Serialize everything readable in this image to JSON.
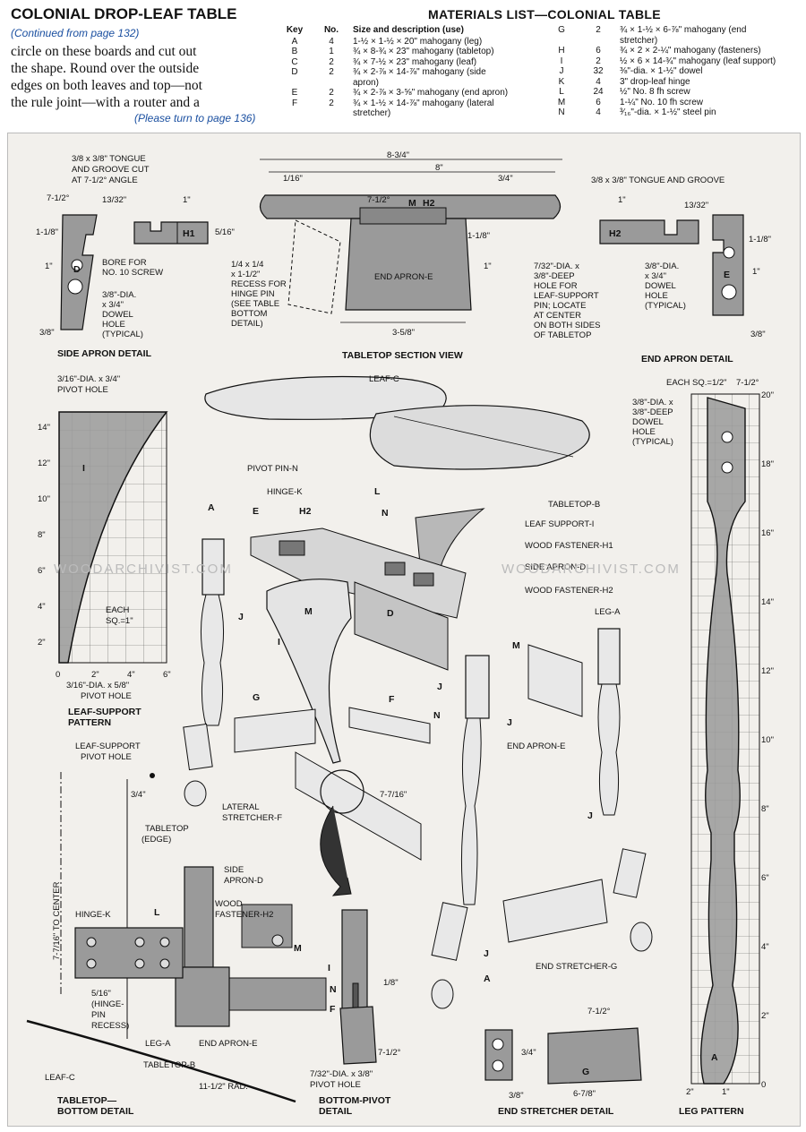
{
  "header": {
    "title": "COLONIAL DROP-LEAF TABLE",
    "continued": "(Continued from page 132)",
    "body_lines": [
      "circle on these boards and cut out",
      "the shape. Round over the outside",
      "edges on both leaves and top—not",
      "the rule joint—with a router and a"
    ],
    "turn": "(Please turn to page 136)"
  },
  "materials": {
    "title": "MATERIALS LIST—COLONIAL TABLE",
    "headers": [
      "Key",
      "No.",
      "Size and description (use)"
    ],
    "left": [
      [
        "A",
        "4",
        "1-½ × 1-½ × 20\" mahogany (leg)"
      ],
      [
        "B",
        "1",
        "¾ × 8-¾ × 23\" mahogany (tabletop)"
      ],
      [
        "C",
        "2",
        "¾ × 7-½ × 23\" mahogany (leaf)"
      ],
      [
        "D",
        "2",
        "¾ × 2-⅞ × 14-⅞\" mahogany (side"
      ],
      [
        "",
        "",
        "apron)"
      ],
      [
        "E",
        "2",
        "¾ × 2-⅞ × 3-⅝\" mahogany (end apron)"
      ],
      [
        "F",
        "2",
        "¾ × 1-½ × 14-⅞\" mahogany (lateral"
      ],
      [
        "",
        "",
        "stretcher)"
      ]
    ],
    "right": [
      [
        "G",
        "2",
        "¾ × 1-½ × 6-⅞\" mahogany (end"
      ],
      [
        "",
        "",
        "stretcher)"
      ],
      [
        "H",
        "6",
        "¾ × 2 × 2-¼\" mahogany (fasteners)"
      ],
      [
        "I",
        "2",
        "½ × 6 × 14-¾\" mahogany (leaf support)"
      ],
      [
        "J",
        "32",
        "⅜\"-dia. × 1-½\" dowel"
      ],
      [
        "K",
        "4",
        "3\" drop-leaf hinge"
      ],
      [
        "L",
        "24",
        "½\" No. 8 fh screw"
      ],
      [
        "M",
        "6",
        "1-¼\" No. 10 fh screw"
      ],
      [
        "N",
        "4",
        "³⁄₁₆\"-dia. × 1-½\" steel pin"
      ]
    ]
  },
  "diagram": {
    "side_apron": {
      "title": "SIDE APRON DETAIL",
      "cut": [
        "3/8 x 3/8\" TONGUE",
        "AND GROOVE CUT",
        "AT 7-1/2° ANGLE"
      ],
      "angle": "7-1/2°",
      "d1": "13/32\"",
      "d2": "1\"",
      "d3": "1-1/8\"",
      "d4": "1\"",
      "d5": "3/8\"",
      "part": "H1",
      "part_d": "D",
      "bore": [
        "BORE FOR",
        "NO. 10 SCREW"
      ],
      "dowel": [
        "3/8\"-DIA.",
        "x 3/4\"",
        "DOWEL",
        "HOLE",
        "(TYPICAL)"
      ]
    },
    "tabletop": {
      "title": "TABLETOP SECTION VIEW",
      "d_total": "8-3/4\"",
      "d_8": "8\"",
      "d_116": "1/16\"",
      "d_34": "3/4\"",
      "angle": "7-1/2°",
      "m": "M",
      "h2": "H2",
      "d_516": "5/16\"",
      "d_118": "1-1/8\"",
      "d_1": "1\"",
      "d_358": "3-5/8\"",
      "apron": "END APRON-E",
      "recess": [
        "1/4 x 1/4",
        "x 1-1/2\"",
        "RECESS FOR",
        "HINGE PIN",
        "(SEE TABLE",
        "BOTTOM",
        "DETAIL)"
      ],
      "hole": [
        "7/32\"-DIA. x",
        "3/8\"-DEEP",
        "HOLE FOR",
        "LEAF-SUPPORT",
        "PIN; LOCATE",
        "AT CENTER",
        "ON BOTH SIDES",
        "OF TABLETOP"
      ]
    },
    "end_apron": {
      "title": "END APRON DETAIL",
      "cut": "3/8 x 3/8\" TONGUE AND GROOVE",
      "d1": "1\"",
      "d2": "13/32\"",
      "d3": "1-1/8\"",
      "d4": "1\"",
      "d5": "3/8\"",
      "part": "H2",
      "part_e": "E",
      "dowel": [
        "3/8\"-DIA.",
        "x 3/4\"",
        "DOWEL",
        "HOLE",
        "(TYPICAL)"
      ]
    },
    "leaf_support": {
      "title": [
        "LEAF-SUPPORT",
        "PATTERN"
      ],
      "top_note": [
        "3/16\"-DIA. x 3/4\"",
        "PIVOT HOLE"
      ],
      "bottom_note": [
        "3/16\"-DIA. x 5/8\"",
        "PIVOT HOLE"
      ],
      "y_ticks": [
        "14\"",
        "12\"",
        "10\"",
        "8\"",
        "6\"",
        "4\"",
        "2\""
      ],
      "x_ticks": [
        "0",
        "2\"",
        "4\"",
        "6\""
      ],
      "part": "I",
      "each": [
        "EACH",
        "SQ.=1\""
      ]
    },
    "exploded": {
      "leaf": "LEAF-C",
      "tabletop": "TABLETOP-B",
      "pivot_pin": "PIVOT PIN-N",
      "hinge": "HINGE-K",
      "l": "L",
      "n": "N",
      "leaf_support": "LEAF SUPPORT-I",
      "h1": "WOOD FASTENER-H1",
      "side_apron": "SIDE APRON-D",
      "h2": "WOOD FASTENER-H2",
      "leg": "LEG-A",
      "a": "A",
      "e": "E",
      "h2s": "H2",
      "j": "J",
      "m": "M",
      "i": "I",
      "d": "D",
      "g": "G",
      "f": "F",
      "end_apron": "END APRON-E",
      "lat": [
        "LATERAL",
        "STRETCHER-F"
      ],
      "d_7716": "7-7/16\"",
      "end_str": "END STRETCHER-G"
    },
    "bottom": {
      "title": [
        "TABLETOP—",
        "BOTTOM DETAIL"
      ],
      "pivot": [
        "LEAF-SUPPORT",
        "PIVOT HOLE"
      ],
      "d_34": "3/4\"",
      "edge": [
        "TABLETOP",
        "(EDGE)"
      ],
      "center": "7-7/16\" TO CENTER",
      "side_apron": [
        "SIDE",
        "APRON-D"
      ],
      "fastener": [
        "WOOD",
        "FASTENER-H2"
      ],
      "m": "M",
      "hinge": "HINGE-K",
      "l": "L",
      "recess": [
        "5/16\"",
        "(HINGE-",
        "PIN",
        "RECESS)"
      ],
      "leg": "LEG-A",
      "end_apron": "END APRON-E",
      "leaf": "LEAF-C",
      "tabletop": "TABLETOP-B",
      "rad": "11-1/2\" RAD."
    },
    "pivot": {
      "title": [
        "BOTTOM-PIVOT",
        "DETAIL"
      ],
      "i": "I",
      "n": "N",
      "f": "F",
      "d_18": "1/8\"",
      "angle": "7-1/2°",
      "hole": [
        "7/32\"-DIA. x 3/8\"",
        "PIVOT HOLE"
      ]
    },
    "end_stretcher": {
      "title": "END STRETCHER DETAIL",
      "angle": "7-1/2°",
      "d_34": "3/4\"",
      "d_38": "3/8\"",
      "d_678": "6-7/8\"",
      "part": "G"
    },
    "leg": {
      "title": "LEG PATTERN",
      "each": "EACH SQ.=1/2\"",
      "angle": "7-1/2°",
      "dowel": [
        "3/8\"-DIA. x",
        "3/8\"-DEEP",
        "DOWEL",
        "HOLE",
        "(TYPICAL)"
      ],
      "y_ticks": [
        "20\"",
        "18\"",
        "16\"",
        "14\"",
        "12\"",
        "10\"",
        "8\"",
        "6\"",
        "4\"",
        "2\"",
        "0"
      ],
      "x_ticks": [
        "2\"",
        "1\""
      ],
      "part": "A"
    },
    "watermark": "WOODARCHIVIST.COM"
  }
}
